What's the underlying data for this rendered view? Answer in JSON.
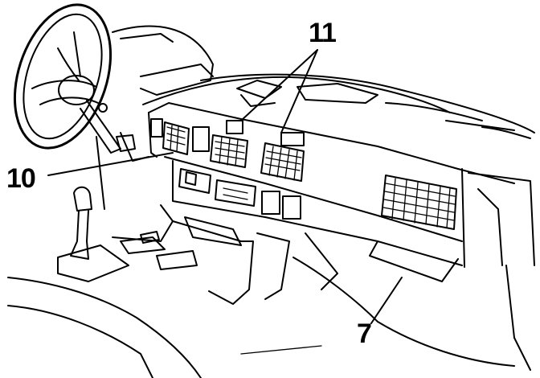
{
  "callouts": {
    "c11": "11",
    "c10": "10",
    "c7": "7"
  }
}
